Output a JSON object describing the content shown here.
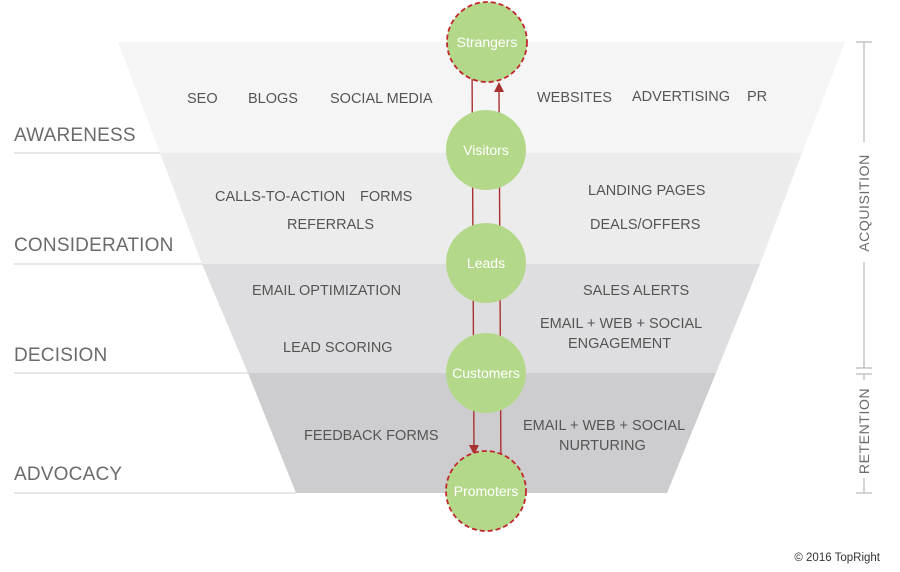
{
  "stages": [
    {
      "id": "awareness",
      "label": "AWARENESS",
      "color": "#f5f5f5"
    },
    {
      "id": "consideration",
      "label": "CONSIDERATION",
      "color": "#ececec"
    },
    {
      "id": "decision",
      "label": "DECISION",
      "color": "#dedee0"
    },
    {
      "id": "advocacy",
      "label": "ADVOCACY",
      "color": "#cdcdd0"
    }
  ],
  "tactics": {
    "awareness": [
      "SEO",
      "BLOGS",
      "SOCIAL MEDIA",
      "WEBSITES",
      "ADVERTISING",
      "PR"
    ],
    "consideration": [
      "CALLS-TO-ACTION",
      "FORMS",
      "REFERRALS",
      "LANDING PAGES",
      "DEALS/OFFERS"
    ],
    "decision": [
      "EMAIL OPTIMIZATION",
      "LEAD SCORING",
      "SALES ALERTS",
      "EMAIL + WEB + SOCIAL",
      "ENGAGEMENT"
    ],
    "advocacy": [
      "FEEDBACK FORMS",
      "EMAIL + WEB + SOCIAL",
      "NURTURING"
    ]
  },
  "nodes": [
    {
      "id": "strangers",
      "label": "Strangers",
      "style": "dashed"
    },
    {
      "id": "visitors",
      "label": "Visitors",
      "style": "solid"
    },
    {
      "id": "leads",
      "label": "Leads",
      "style": "solid"
    },
    {
      "id": "customers",
      "label": "Customers",
      "style": "solid"
    },
    {
      "id": "promoters",
      "label": "Promoters",
      "style": "dashed"
    }
  ],
  "side_labels": {
    "acquisition": "ACQUISITION",
    "retention": "RETENTION"
  },
  "copyright": "© 2016 TopRight",
  "colors": {
    "node_fill": "#b4d88a",
    "dashed_node_fill": "#b4d88a",
    "dashed_border": "#c0282d",
    "arrow": "#a83232",
    "divider": "#cfcfcf",
    "bracket": "#b8b8b8"
  }
}
